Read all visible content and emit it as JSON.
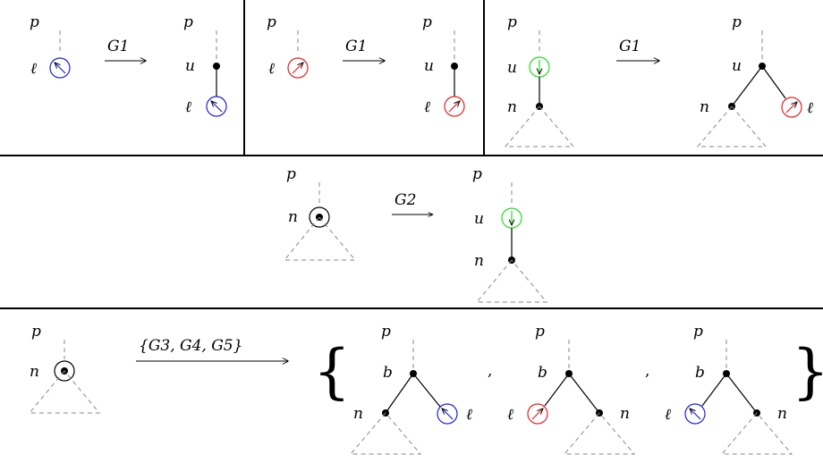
{
  "colors": {
    "blue": "#1f1fe0",
    "red": "#e82020",
    "green": "#22dd22",
    "black": "#000000",
    "dash": "#888888"
  },
  "labels": {
    "p": "p",
    "u": "u",
    "n": "n",
    "b": "b",
    "ell": "ℓ",
    "comma": ","
  },
  "rules": {
    "g1": "G1",
    "g2": "G2",
    "g345": "{G3, G4, G5}"
  },
  "braces": {
    "open": "{",
    "close": "}"
  },
  "icons": {
    "blue_circle": "up-left-arrow-icon",
    "red_circle": "up-right-arrow-icon",
    "green_circle": "down-arrow-icon",
    "black_circle": "dotted-circle-icon"
  }
}
